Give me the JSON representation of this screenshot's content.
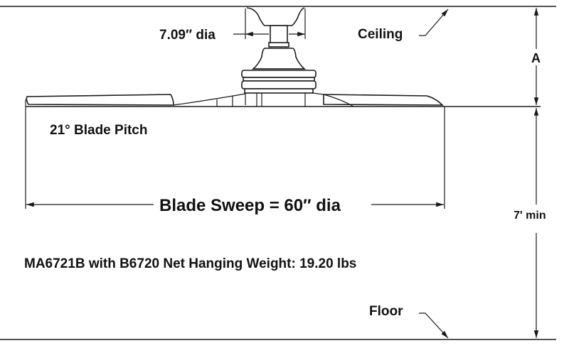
{
  "diagram": {
    "title": "Ceiling fan installation dimensions",
    "labels": {
      "canopy_diameter": "7.09″ dia",
      "ceiling": "Ceiling",
      "dimension_a": "A",
      "blade_pitch": "21° Blade Pitch",
      "blade_sweep": "Blade Sweep = 60″ dia",
      "min_height": "7' min",
      "weight_note": "MA6721B with B6720 Net Hanging Weight: 19.20 lbs",
      "floor": "Floor"
    },
    "specs": {
      "canopy_diameter_in": 7.09,
      "blade_pitch_deg": 21,
      "blade_sweep_in": 60,
      "min_floor_clearance_ft": 7,
      "model": "MA6721B",
      "blades": "B6720",
      "net_hanging_weight_lbs": 19.2
    },
    "colors": {
      "line": "#1a1a1a",
      "text": "#111111",
      "background": "#ffffff"
    }
  }
}
